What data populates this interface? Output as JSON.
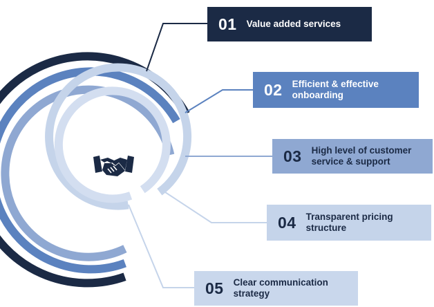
{
  "colors": {
    "navy": "#1b2a45",
    "blue": "#5b82bf",
    "mid_blue": "#8fa8d2",
    "light_blue": "#c5d4ea",
    "pale_blue": "#c9d7ec"
  },
  "center_icon": "handshake-icon",
  "steps": [
    {
      "number": "01",
      "label": "Value added services"
    },
    {
      "number": "02",
      "label": "Efficient & effective\nonboarding"
    },
    {
      "number": "03",
      "label": "High level of customer\nservice & support"
    },
    {
      "number": "04",
      "label": "Transparent pricing\nstructure"
    },
    {
      "number": "05",
      "label": "Clear communication\nstrategy"
    }
  ]
}
